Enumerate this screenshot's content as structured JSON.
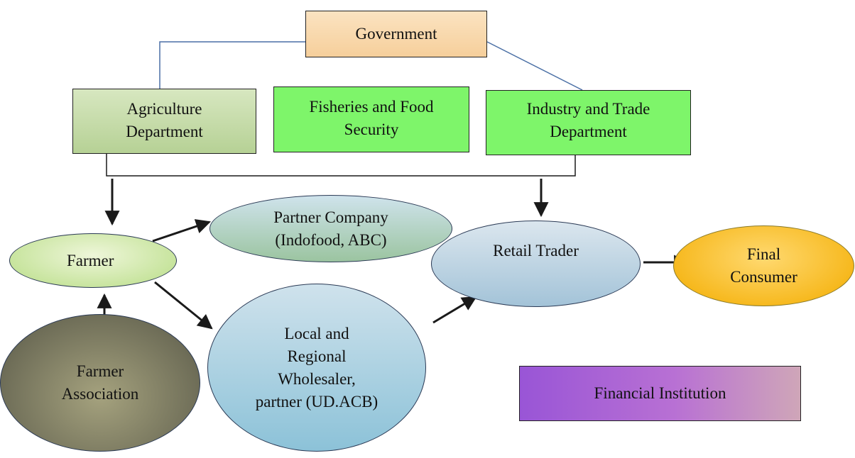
{
  "diagram": {
    "nodes": {
      "government": "Government",
      "agriculture": "Agriculture\nDepartment",
      "fisheries": "Fisheries and Food\nSecurity",
      "industry": "Industry and Trade\nDepartment",
      "farmer": "Farmer",
      "partner_company": "Partner Company\n(Indofood, ABC)",
      "farmer_association": "Farmer\nAssociation",
      "local_wholesaler": "Local and\nRegional\nWholesaler,\npartner (UD.ACB)",
      "retail_trader": "Retail Trader",
      "final_consumer": "Final\nConsumer",
      "financial_institution": "Financial Institution"
    },
    "colors": {
      "government": "#f6cf9b",
      "agriculture": "#b6d195",
      "fisheries_industry": "#7ef56a",
      "farmer": "#b8dd86",
      "final_consumer": "#f6b71a",
      "financial_institution": "#a862d6",
      "connector": "#1a1a1a",
      "gov_link": "#4a6fa5"
    },
    "edges": [
      {
        "from": "Government",
        "to": "Agriculture Department"
      },
      {
        "from": "Government",
        "to": "Industry and Trade Department"
      },
      {
        "from": "Agriculture Department",
        "to": "Farmer"
      },
      {
        "from": "Industry and Trade Department",
        "to": "Retail Trader"
      },
      {
        "from": "Farmer",
        "to": "Partner Company (Indofood, ABC)"
      },
      {
        "from": "Farmer",
        "to": "Local and Regional Wholesaler, partner (UD.ACB)"
      },
      {
        "from": "Farmer Association",
        "to": "Farmer"
      },
      {
        "from": "Local and Regional Wholesaler, partner (UD.ACB)",
        "to": "Retail Trader"
      },
      {
        "from": "Retail Trader",
        "to": "Final Consumer"
      }
    ]
  }
}
